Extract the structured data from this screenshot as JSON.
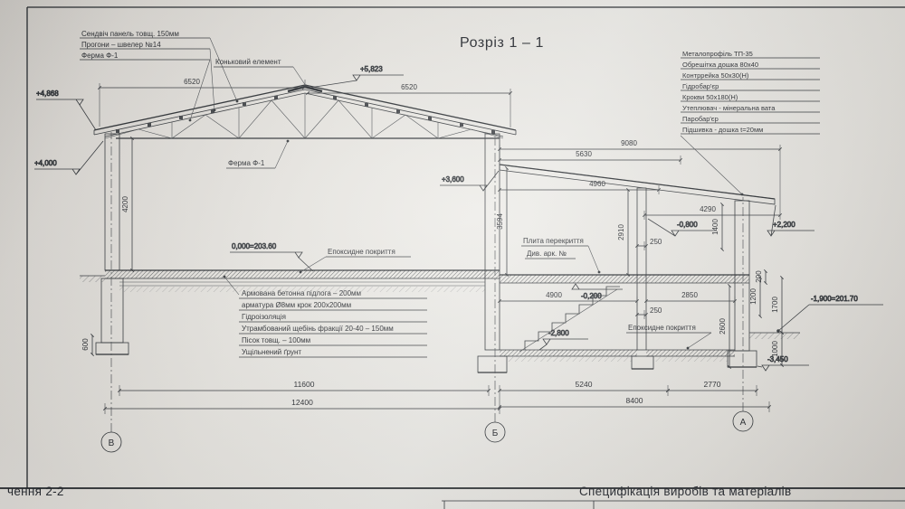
{
  "title": "Розріз 1 – 1",
  "colors": {
    "ink": "#26292e",
    "paper": "#e9e7e2"
  },
  "roof_callouts_left": {
    "items": [
      "Сендвіч панель товщ. 150мм",
      "Прогони – швелер №14",
      "Ферма Ф-1"
    ]
  },
  "ridge_label": "Коньковий елемент",
  "roof_callouts_right": {
    "items": [
      "Металопрофіль ТП-35",
      "Обрешітка дошка 80х40",
      "Контррейка 50х30(Н)",
      "Гідробар'єр",
      "Крокви 50х180(Н)",
      "Утеплювач - мінеральна вата",
      "Паробар'єр",
      "Підшивка - дошка t=20мм"
    ]
  },
  "truss_label": "Ферма Ф-1",
  "labels": {
    "epoxy_left": "Епоксидне покриття",
    "epoxy_right": "Епоксидне покриття",
    "slab_title": "Плита перекриття",
    "slab_ref": "Див. арк. №"
  },
  "floor_layers": {
    "items": [
      "Армована бетонна підлога – 200мм",
      "арматура Ø8мм крок 200х200мм",
      "Гідроізоляція",
      "Утрамбований щебінь фракції 20-40 – 150мм",
      "Пісок товщ. – 100мм",
      "Ущільнений ґрунт"
    ]
  },
  "levels": {
    "eaves_left": "+4,868",
    "truss_support": "+4,000",
    "ridge": "+5,823",
    "annex_roof_high": "+3,600",
    "annex_roof_low": "+2,200",
    "annex_ceiling": "-0,800",
    "floor_zero": "0,000=203.60",
    "annex_floor": "-0,200",
    "basement_floor": "-2,800",
    "ground_right": "-1,900=201.70",
    "foundation_right": "-3,450"
  },
  "dims": {
    "slope_left": "6520",
    "slope_right": "6520",
    "annex_total": "9080",
    "annex_a": "5630",
    "annex_b": "4960",
    "annex_c": "4290",
    "hall_height": "4200",
    "annex_height": "3594",
    "room_height": "2910",
    "wall_250_top": "250",
    "parapet": "1400",
    "slab_200": "200",
    "stair_span": "4900",
    "room_width": "2850",
    "wall_250_bottom": "250",
    "right_2600": "2600",
    "right_1200": "1200",
    "right_1700": "1700",
    "right_1000": "1000",
    "footing_600": "600",
    "hall_clear": "11600",
    "hall_total": "12400",
    "base_a": "5240",
    "base_b": "2770",
    "base_total": "8400"
  },
  "axes": {
    "left": "В",
    "middle": "Б",
    "right": "А"
  },
  "footer": {
    "left_partial": "чення 2-2",
    "right_title": "Специфікація виробів та матеріалів"
  }
}
